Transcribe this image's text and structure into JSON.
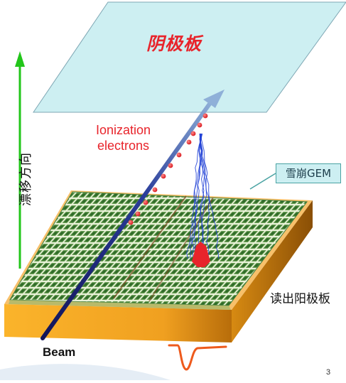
{
  "labels": {
    "anode": "阴极板",
    "ionization_line1": "Ionization",
    "ionization_line2": "electrons",
    "drift_direction": "漂移方向",
    "gem": "雪崩GEM",
    "readout": "读出阳极板",
    "beam": "Beam"
  },
  "page_number": "3",
  "colors": {
    "anode_plate": "#cdeff2",
    "beam_track": "#1a1f6e",
    "electrons": "#e8242b",
    "avalanche": "#1f3fd6",
    "drift_arrow": "#22c61a",
    "readout_board": "#f3a623",
    "gem_mesh": "#3c7a3c",
    "pulse_signal": "#ee5a1c"
  }
}
